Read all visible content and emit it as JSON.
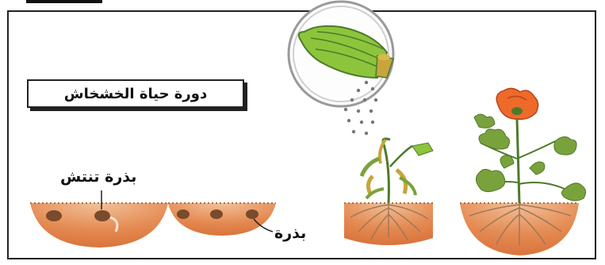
{
  "title": "دورة حياة الخشخاش",
  "labels": {
    "germinating_seed": "بذرة تنتش",
    "seed": "بذرة"
  },
  "colors": {
    "soil_dark": "#d9743c",
    "soil_light": "#f2c29a",
    "root": "#a07858",
    "seed": "#7a4a2c",
    "leaf": "#7aa23c",
    "leaf_dark": "#4d7a2a",
    "flower": "#ee6a2a",
    "pod": "#8cc43c",
    "wilted": "#c8a43c"
  },
  "icons": [
    "magnifier-lens",
    "seed-pod",
    "poppy-flower"
  ]
}
